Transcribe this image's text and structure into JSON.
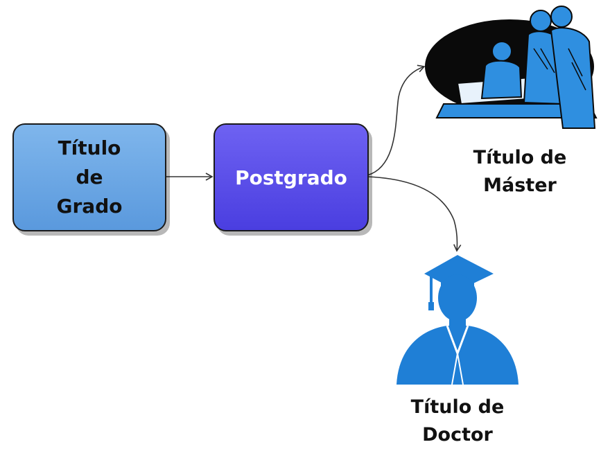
{
  "nodes": {
    "grado": {
      "label": "Título\nde\nGrado"
    },
    "postgrado": {
      "label": "Postgrado"
    },
    "master": {
      "label": "Título de\nMáster",
      "icon": "students-studying-icon"
    },
    "doctor": {
      "label": "Título de\nDoctor",
      "icon": "graduate-cap-person-icon"
    }
  },
  "colors": {
    "grado_fill": "#6aa6e6",
    "postgrado_fill": "#5347e8",
    "doctor_icon": "#1f7fd6",
    "master_icon_dark": "#0a0a0a",
    "master_icon_blue": "#2f8fe0"
  }
}
